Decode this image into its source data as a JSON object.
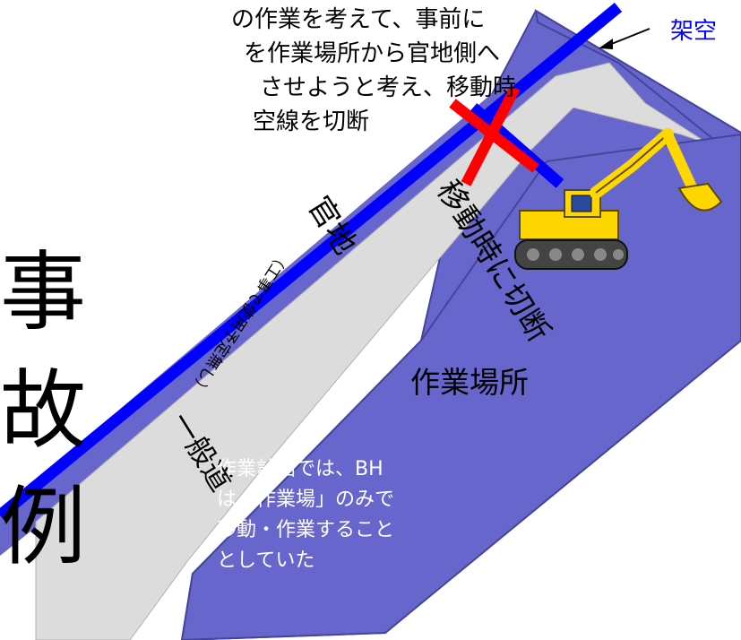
{
  "intro_lines": [
    "の作業を考えて、事前に",
    "を作業場所から官地側へ",
    "させようと考え、移動時",
    "空線を切断"
  ],
  "big_chars": [
    "事",
    "故",
    "例"
  ],
  "labels": {
    "overhead_line": "架空",
    "public_land": "官地",
    "public_land_note": "（工事で使用予定無し）",
    "cut_when_moving": "移動時に切断",
    "general_road": "一般道",
    "work_site": "作業場所",
    "plan_note": [
      "作業計画では、BH",
      "は「作業場」のみで",
      "移動・作業すること",
      "としていた"
    ]
  },
  "colors": {
    "work_area": "#6666cc",
    "road": "#dcdcdc",
    "wire": "#0000ff",
    "cut_mark": "#ff0000",
    "overhead_label": "#0000ff",
    "excavator": "#ffd700"
  }
}
